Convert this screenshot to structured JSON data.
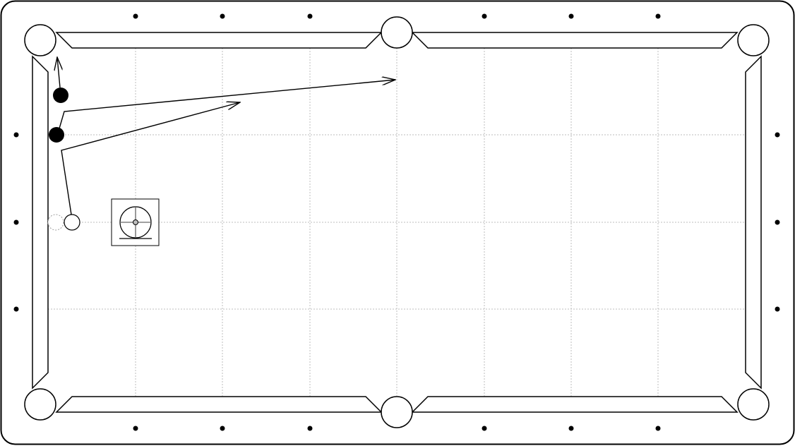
{
  "diagram": {
    "type": "billiards-table-shot-diagram",
    "colors": {
      "frame": "#000000",
      "background": "#ffffff",
      "grid": "#bdbdbd",
      "object_ball": "#000000",
      "cue_ball": "#ffffff",
      "ghost_ball": "#9e9e9e"
    },
    "pockets": [
      {
        "name": "top-left-pocket"
      },
      {
        "name": "top-middle-pocket"
      },
      {
        "name": "top-right-pocket"
      },
      {
        "name": "bottom-left-pocket"
      },
      {
        "name": "bottom-middle-pocket"
      },
      {
        "name": "bottom-right-pocket"
      }
    ],
    "balls": [
      {
        "name": "object-ball-1",
        "kind": "object"
      },
      {
        "name": "object-ball-2",
        "kind": "object"
      },
      {
        "name": "cue-ball",
        "kind": "cue"
      },
      {
        "name": "ghost-cue-ball",
        "kind": "ghost"
      }
    ],
    "paths": [
      {
        "name": "cue-ball-path",
        "arrow": true
      },
      {
        "name": "object-ball-1-path",
        "arrow": true
      },
      {
        "name": "object-ball-2-path",
        "arrow": true
      }
    ],
    "cue_tip_indicator": {
      "label": "",
      "icon": "cue-ball-hit-point-icon"
    }
  }
}
